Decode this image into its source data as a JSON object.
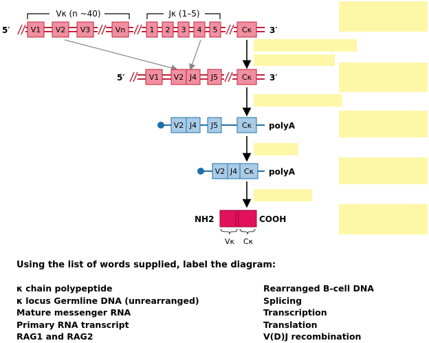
{
  "germline": {
    "end5": "5′",
    "end3": "3′",
    "v_group_label": "Vκ (n ~40)",
    "j_group_label": "Jκ (1–5)",
    "v_segments": [
      "V1",
      "V2",
      "V3",
      "Vn"
    ],
    "j_segments": [
      "1",
      "2",
      "3",
      "4",
      "5"
    ],
    "c_segment": "Cκ"
  },
  "rearranged": {
    "end5": "5′",
    "end3": "3′",
    "segments": [
      "V1",
      "V2",
      "J4",
      "J5",
      "Cκ"
    ]
  },
  "primary_transcript": {
    "segments": [
      "V2",
      "J4",
      "J5",
      "Cκ"
    ],
    "tail": "polyA"
  },
  "mrna": {
    "segments": [
      "V2",
      "J4",
      "Cκ"
    ],
    "tail": "polyA"
  },
  "polypeptide": {
    "n_term": "NH2",
    "c_term": "COOH",
    "v_label": "Vκ",
    "c_label": "Cκ"
  },
  "instructions": "Using the list of words supplied, label the diagram:",
  "terms_left": [
    "κ chain polypeptide",
    "κ locus Germline DNA (unrearranged)",
    "Mature messenger RNA",
    "Primary RNA transcript",
    "RAG1 and RAG2"
  ],
  "terms_right": [
    "Rearranged B-cell DNA",
    "Splicing",
    "Transcription",
    "Translation",
    "V(D)J recombination"
  ],
  "colors": {
    "dna_segment": "#f08fa0",
    "dna_line": "#c0223a",
    "rna_segment": "#a9cbe6",
    "rna_line": "#1f6fa8",
    "protein": "#e3105a",
    "label_blank": "#fff7a8"
  }
}
